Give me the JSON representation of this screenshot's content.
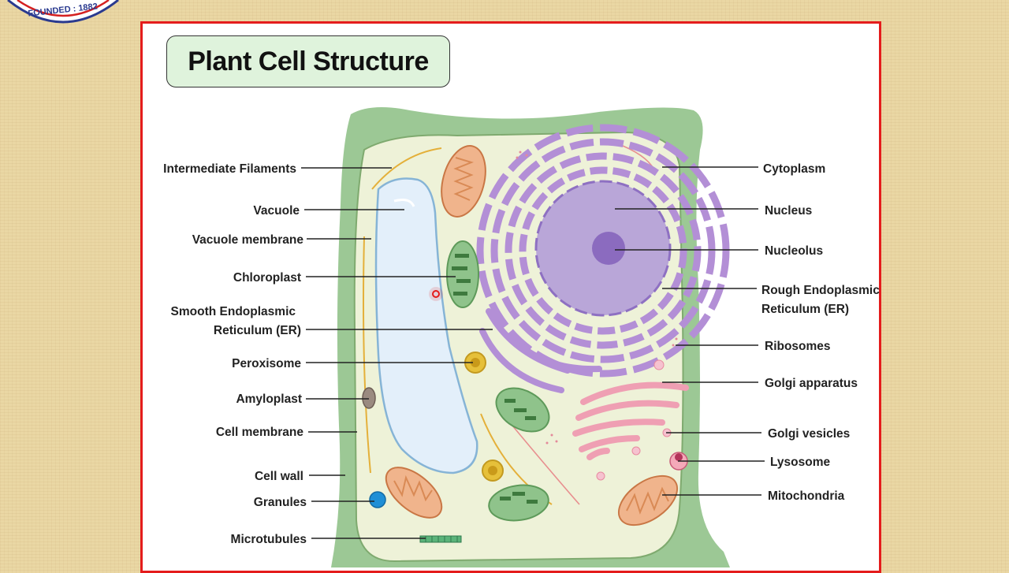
{
  "logo": {
    "text": "FOUNDED : 1882"
  },
  "title": "Plant Cell Structure",
  "labels_left": {
    "intermediate_filaments": "Intermediate Filaments",
    "vacuole": "Vacuole",
    "vacuole_membrane": "Vacuole membrane",
    "chloroplast": "Chloroplast",
    "smooth_er_line1": "Smooth Endoplasmic",
    "smooth_er_line2": "Reticulum (ER)",
    "peroxisome": "Peroxisome",
    "amyloplast": "Amyloplast",
    "cell_membrane": "Cell membrane",
    "cell_wall": "Cell wall",
    "granules": "Granules",
    "microtubules": "Microtubules"
  },
  "labels_right": {
    "cytoplasm": "Cytoplasm",
    "nucleus": "Nucleus",
    "nucleolus": "Nucleolus",
    "rough_er_line1": "Rough Endoplasmic",
    "rough_er_line2": "Reticulum (ER)",
    "ribosomes": "Ribosomes",
    "golgi_apparatus": "Golgi apparatus",
    "golgi_vesicles": "Golgi vesicles",
    "lysosome": "Lysosome",
    "mitochondria": "Mitochondria"
  },
  "colors": {
    "cell_wall": "#9cc895",
    "cytoplasm": "#eef2d8",
    "vacuole": "#e3effa",
    "nucleus": "#b9a6d8",
    "nucleolus": "#8b6bbf",
    "er": "#b38fd6",
    "golgi": "#ef9fb3",
    "mitochondria": "#f0b48c",
    "chloroplast": "#8fc38b",
    "peroxisome": "#e6c03a",
    "granule": "#1f8fd6",
    "panel_border": "#e41c1c",
    "title_bg": "#dff3dc"
  }
}
